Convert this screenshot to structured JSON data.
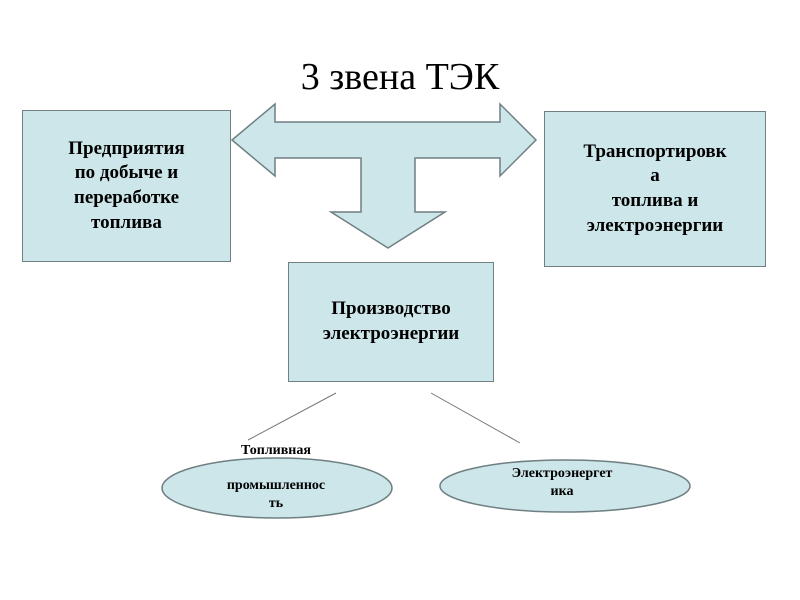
{
  "title": "3 звена ТЭК",
  "boxes": {
    "left": "Предприятия\nпо добыче и\nпереработке\nтоплива",
    "right": "Транспортировк\nа\nтоплива и\nэлектроэнергии",
    "center": "Производство\nэлектроэнергии"
  },
  "ellipses": {
    "fuel_industry": "Топливная\n\nпромышленнос\nть",
    "electric_power": "Электроэнергет\nика"
  },
  "colors": {
    "shape_fill": "#cce6ea",
    "shape_stroke": "#6f7f82"
  }
}
